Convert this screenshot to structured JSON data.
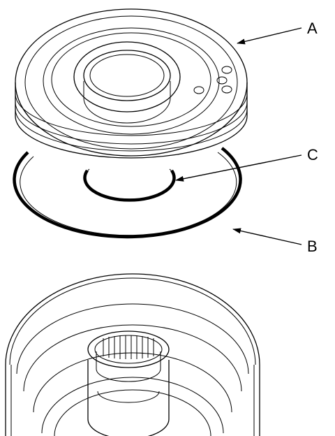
{
  "labels": {
    "a": "A",
    "b": "B",
    "c": "C"
  },
  "colors": {
    "ink": "#000000",
    "paper": "#ffffff"
  },
  "icons": [
    "arrowhead-icon"
  ]
}
